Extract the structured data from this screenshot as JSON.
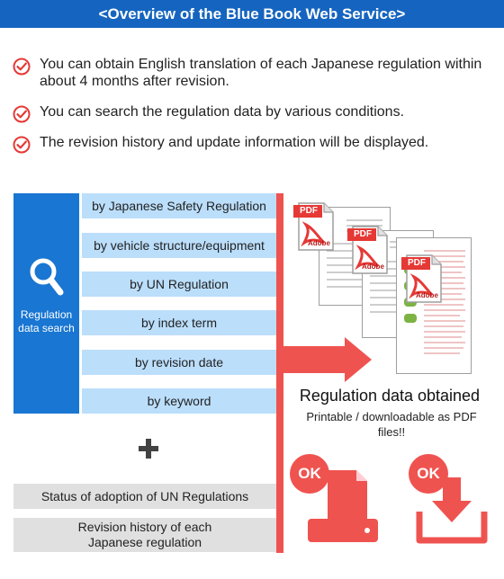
{
  "header": {
    "title": "<Overview of the Blue Book Web Service>"
  },
  "features": [
    {
      "text": "You can obtain English translation of each Japanese regulation within about 4 months after revision."
    },
    {
      "text": "You can search the regulation data by various conditions."
    },
    {
      "text": "The revision history and update information will be displayed."
    }
  ],
  "search": {
    "label": "Regulation data search",
    "options": [
      "by Japanese Safety Regulation",
      "by vehicle structure/equipment",
      "by UN Regulation",
      "by index term",
      "by revision date",
      "by keyword"
    ]
  },
  "status_items": [
    "Status of adoption of UN Regulations",
    "Revision history of each Japanese regulation"
  ],
  "pdf": {
    "badge": "PDF",
    "brand": "Adobe"
  },
  "result": {
    "title": "Regulation data obtained",
    "subtitle": "Printable / downloadable as PDF files!!",
    "ok_label": "OK"
  },
  "colors": {
    "header_bg": "#1565c0",
    "search_bg": "#1976d2",
    "option_bg": "#bbdefb",
    "accent_red": "#ef5350",
    "status_bg": "#e0e0e0"
  },
  "icons": {
    "check": "check-circle-icon",
    "search": "magnifier-icon",
    "plus": "plus-icon",
    "arrow": "right-arrow-icon",
    "printer": "printer-icon",
    "download": "download-icon"
  }
}
